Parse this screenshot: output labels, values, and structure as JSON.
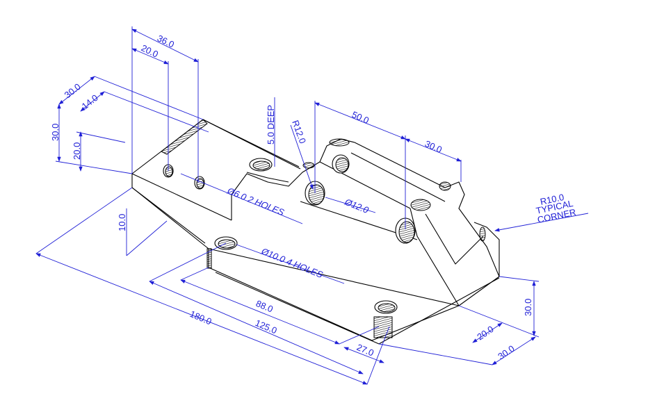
{
  "colors": {
    "object": "#000000",
    "dimension": "#1f1fd6",
    "background": "#ffffff"
  },
  "dimensions": {
    "d36": "36.0",
    "d20_top": "20.0",
    "d30_left": "30.0",
    "d14": "14.0",
    "d30_vert": "30.0",
    "d20_vert": "20.0",
    "d10_vert": "10.0",
    "deep": "5.0 DEEP",
    "r12": "R12.0",
    "d50": "50.0",
    "d30_top_right": "30.0",
    "dia12": "Ø12.0",
    "dia6": "Ø6.0 2 HOLES",
    "dia10": "Ø10.0 4 HOLES",
    "d88": "88.0",
    "d180": "180.0",
    "d125": "125.0",
    "d27": "27.0",
    "d30_right_vert": "30.0",
    "d20_right": "20.0",
    "d30_right": "30.0",
    "note_line1": "R10.0",
    "note_line2": "TYPICAL",
    "note_line3": "CORNER"
  }
}
